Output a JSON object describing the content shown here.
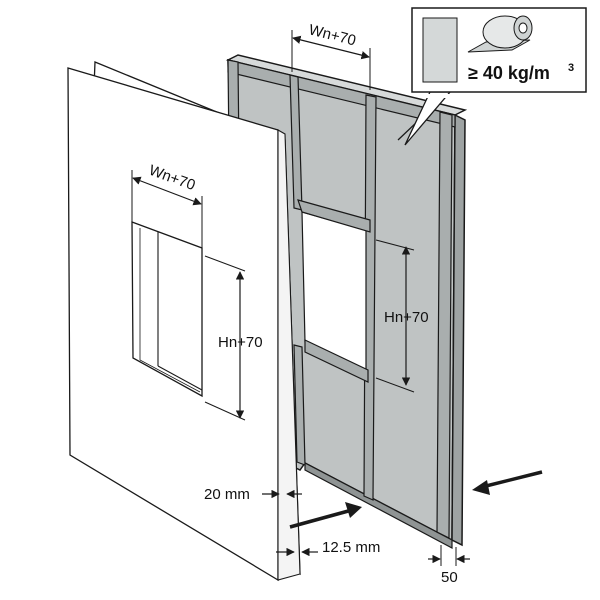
{
  "labels": {
    "wn_board": "Wn+70",
    "wn_frame": "Wn+70",
    "hn_board": "Hn+70",
    "hn_frame": "Hn+70",
    "dim_20": "20 mm",
    "dim_125": "12.5 mm",
    "dim_50": "50"
  },
  "callout": {
    "density_prefix": "≥ 40 kg/m",
    "density_sup": "3",
    "swatch_icon": "insulation-panel-icon",
    "roll_icon": "insulation-roll-icon"
  },
  "colors": {
    "line": "#1a1a1a",
    "frame_fill": "#bfc3c3",
    "stud_fill": "#a9aeae",
    "board_fill": "#ffffff",
    "swatch_fill": "#d4d8d8"
  }
}
